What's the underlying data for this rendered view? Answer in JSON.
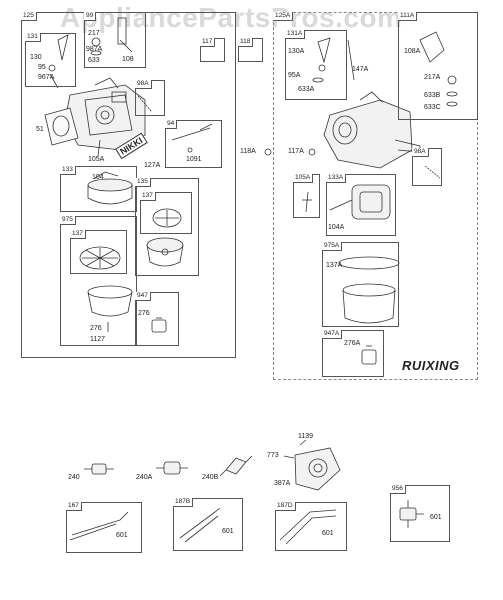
{
  "watermark": "AppliancePartsPros.com",
  "brand": "RUIXING",
  "nikki": "NIKKI",
  "groups": {
    "left_main": "125",
    "right_main": "125A",
    "g131": "131",
    "g99": "99",
    "g117": "117",
    "g118": "118",
    "g98a": "98A",
    "g94": "94",
    "g133": "133",
    "g135": "135",
    "g137a": "137",
    "g975": "975",
    "g137b": "137",
    "g947": "947",
    "g131a": "131A",
    "g111a": "111A",
    "g105a": "105A",
    "g133a": "133A",
    "g98ar": "98A",
    "g975a": "975A",
    "g947a": "947A",
    "g167": "167",
    "g187b": "187B",
    "g187d": "187D",
    "g956": "956"
  },
  "labels": {
    "p130": "130",
    "p95": "95",
    "p967a": "967A",
    "p217": "217",
    "p987a": "987A",
    "p633": "633",
    "p108": "108",
    "p51": "51",
    "p105a": "105A",
    "p127a": "127A",
    "p1091": "1091",
    "p104": "104",
    "p276a": "276",
    "p276b": "276",
    "p1127": "1127",
    "p130a": "130A",
    "p95a": "95A",
    "p633a": "633A",
    "p147a": "147A",
    "p108a": "108A",
    "p217a": "217A",
    "p633b": "633B",
    "p633c": "633C",
    "p118a": "118A",
    "p117a": "117A",
    "p104a": "104A",
    "p137a": "137A",
    "p276ar": "276A",
    "p240": "240",
    "p240a": "240A",
    "p240b": "240B",
    "p773": "773",
    "p1139": "1139",
    "p387a": "387A",
    "p601a": "601",
    "p601b": "601",
    "p601c": "601",
    "p601d": "601"
  }
}
